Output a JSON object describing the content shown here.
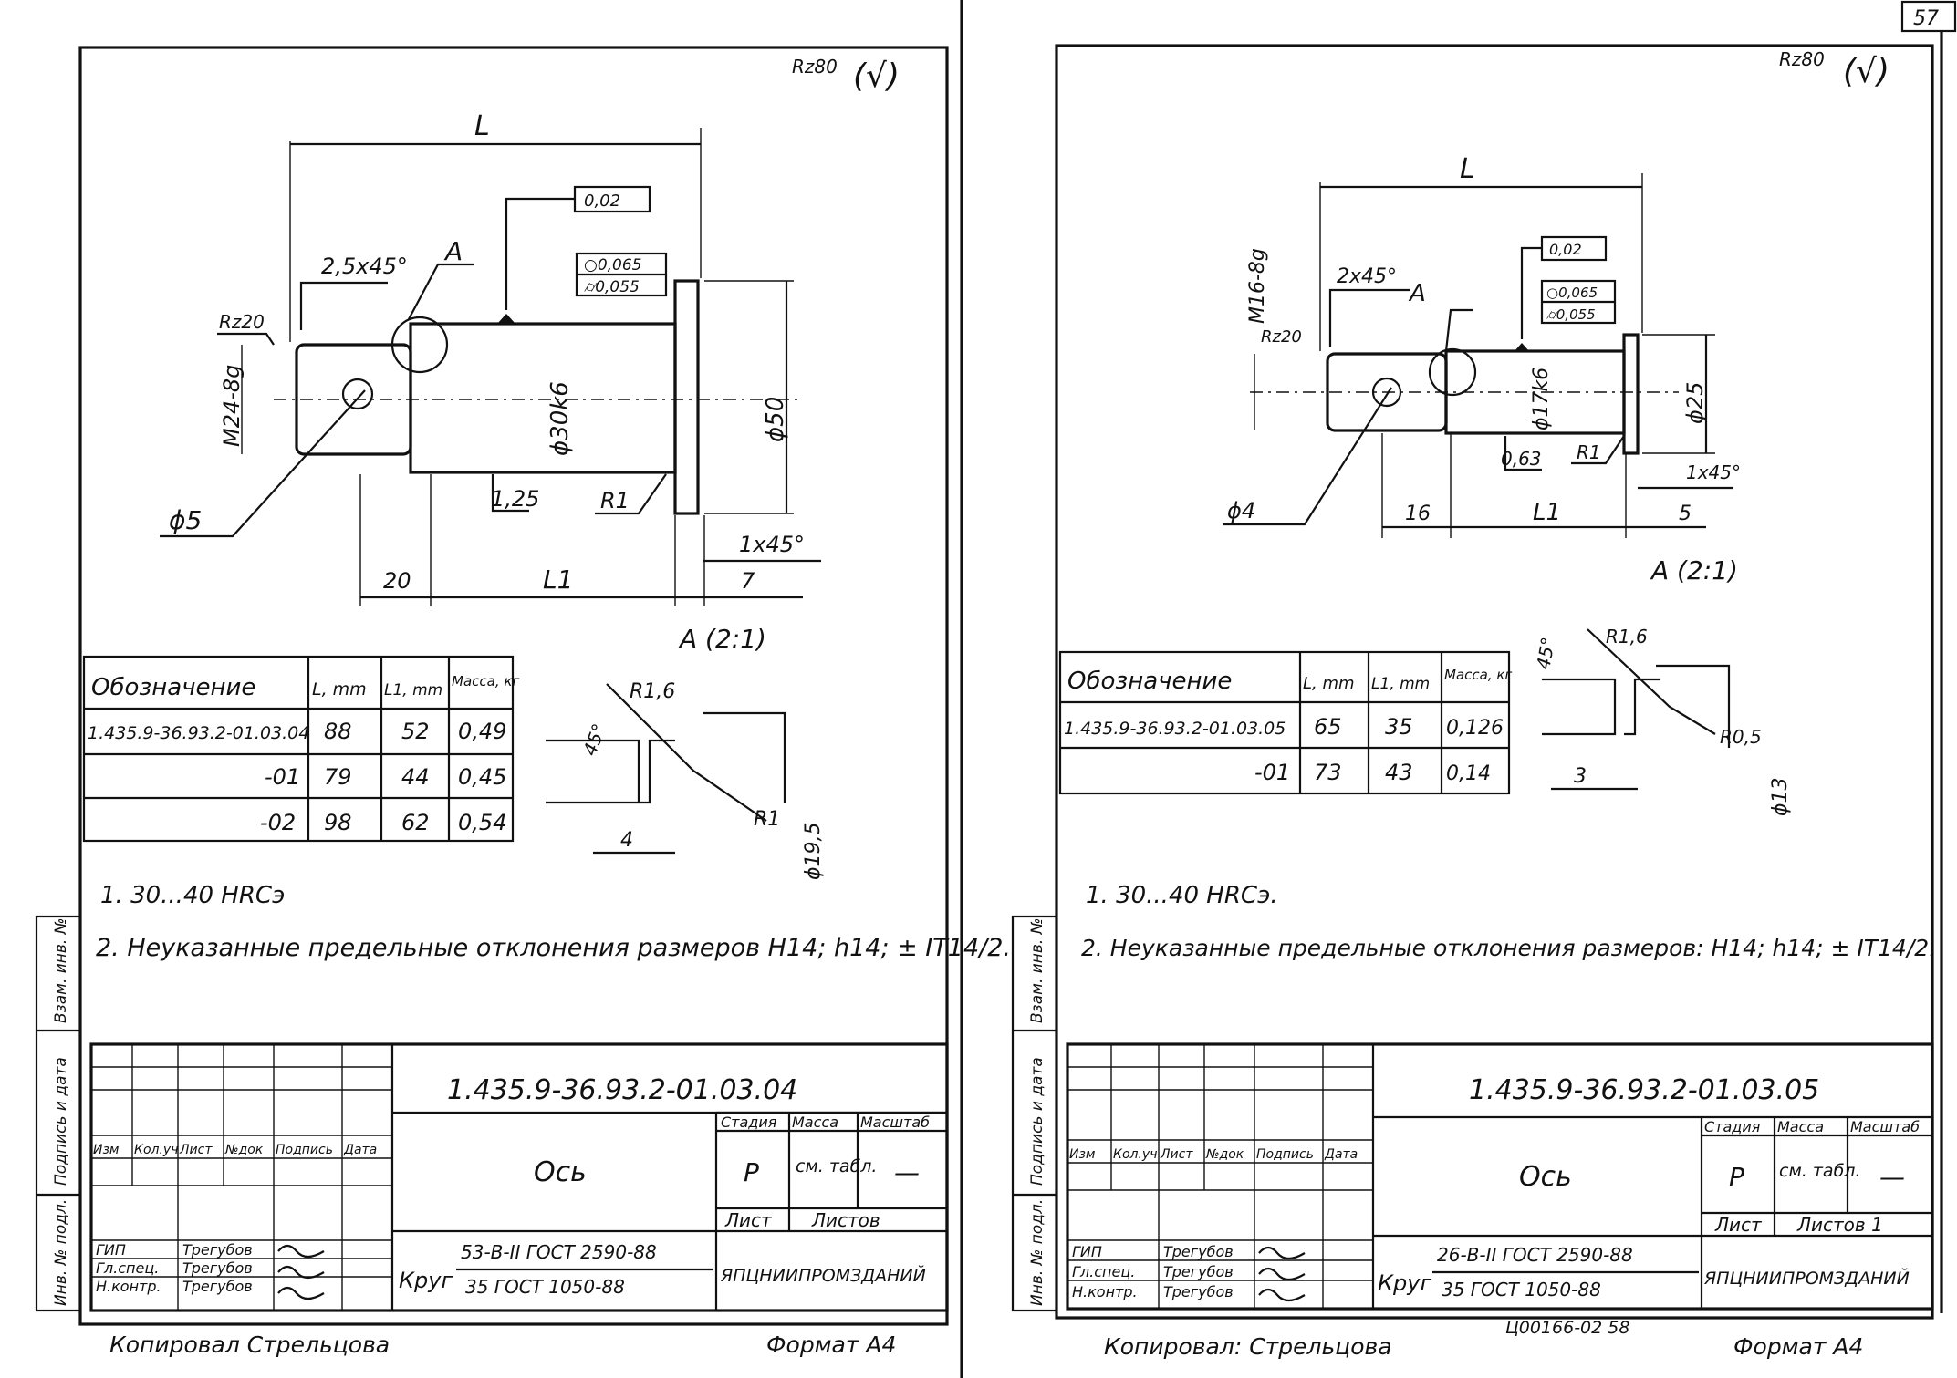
{
  "page_number": "57",
  "sheets": [
    {
      "roughness": "Rz80",
      "roughness_paren": "(√)",
      "dims": {
        "L": "L",
        "L1": "L1",
        "chamfer_left": "2,5x45°",
        "leader_A": "A",
        "tol_runout": "0,02",
        "tol_box_1": "○0,065",
        "tol_box_2": "⌭0,055",
        "rz_left": "Rz20",
        "thread": "M24-8g",
        "diam_mid": "ϕ30k6",
        "diam_right": "ϕ50",
        "hole": "ϕ5",
        "rough_mid": "1,25",
        "radius": "R1",
        "chamfer_right": "1x45°",
        "dim_20": "20",
        "dim_7": "7",
        "detail_label": "A (2:1)"
      },
      "table": {
        "headers": [
          "Обозначение",
          "L, mm",
          "L1, mm",
          "Масса, кг"
        ],
        "rows": [
          [
            "1.435.9-36.93.2-01.03.04",
            "88",
            "52",
            "0,49"
          ],
          [
            "-01",
            "79",
            "44",
            "0,45"
          ],
          [
            "-02",
            "98",
            "62",
            "0,54"
          ]
        ]
      },
      "detail": {
        "angle": "45°",
        "r_a": "R1,6",
        "r_b": "R1",
        "dim_4": "4",
        "diam": "ϕ19,5"
      },
      "notes": [
        "1. 30...40 HRCэ",
        "2. Неуказанные предельные отклонения размеров H14; h14; ± IT14/2."
      ],
      "title_block": {
        "designation": "1.435.9-36.93.2-01.03.04",
        "name": "Ось",
        "stage_hdr": "Стадия",
        "mass_hdr": "Масса",
        "scale_hdr": "Масштаб",
        "stage": "Р",
        "mass": "см. табл.",
        "scale": "—",
        "sheet_hdr": "Лист",
        "sheets_hdr": "Листов",
        "material_a": "Круг",
        "material_b": "53-В-II ГОСТ 2590-88",
        "material_c": "35 ГОСТ 1050-88",
        "org": "ЯПЦНИИПРОМЗДАНИЙ",
        "rev_cols": [
          "Изм",
          "Кол.уч",
          "Лист",
          "№док",
          "Подпись",
          "Дата"
        ],
        "roles": [
          "ГИП",
          "Гл.спец.",
          "Н.контр."
        ],
        "names": [
          "Трегубов",
          "Трегубов",
          "Трегубов"
        ]
      },
      "side_labels": [
        "Инв. № подл.",
        "Подпись и дата",
        "Взам. инв. №"
      ],
      "copied": "Копировал Стрельцова",
      "format": "Формат А4"
    },
    {
      "roughness": "Rz80",
      "roughness_paren": "(√)",
      "dims": {
        "L": "L",
        "L1": "L1",
        "chamfer_left": "2x45°",
        "leader_A": "A",
        "tol_runout": "0,02",
        "tol_box_1": "○0,065",
        "tol_box_2": "⌭0,055",
        "rz_left": "Rz20",
        "thread": "M16-8g",
        "diam_mid": "ϕ17k6",
        "diam_right": "ϕ25",
        "hole": "ϕ4",
        "rough_mid": "0,63",
        "radius": "R1",
        "chamfer_right": "1x45°",
        "dim_20": "16",
        "dim_7": "5",
        "detail_label": "A (2:1)"
      },
      "table": {
        "headers": [
          "Обозначение",
          "L, mm",
          "L1, mm",
          "Масса, кг"
        ],
        "rows": [
          [
            "1.435.9-36.93.2-01.03.05",
            "65",
            "35",
            "0,126"
          ],
          [
            "-01",
            "73",
            "43",
            "0,14"
          ]
        ]
      },
      "detail": {
        "angle": "45°",
        "r_a": "R1,6",
        "r_b": "R0,5",
        "dim_4": "3",
        "diam": "ϕ13"
      },
      "notes": [
        "1. 30...40 HRCэ.",
        "2. Неуказанные предельные отклонения размеров: H14; h14; ± IT14/2."
      ],
      "title_block": {
        "designation": "1.435.9-36.93.2-01.03.05",
        "name": "Ось",
        "stage_hdr": "Стадия",
        "mass_hdr": "Масса",
        "scale_hdr": "Масштаб",
        "stage": "Р",
        "mass": "см. табл.",
        "scale": "—",
        "sheet_hdr": "Лист",
        "sheets_hdr": "Листов 1",
        "material_a": "Круг",
        "material_b": "26-В-II ГОСТ 2590-88",
        "material_c": "35 ГОСТ 1050-88",
        "org": "ЯПЦНИИПРОМЗДАНИЙ",
        "rev_cols": [
          "Изм",
          "Кол.уч",
          "Лист",
          "№док",
          "Подпись",
          "Дата"
        ],
        "roles": [
          "ГИП",
          "Гл.спец.",
          "Н.контр."
        ],
        "names": [
          "Трегубов",
          "Трегубов",
          "Трегубов"
        ]
      },
      "side_labels": [
        "Инв. № подл.",
        "Подпись и дата",
        "Взам. инв. №"
      ],
      "copied": "Копировал: Стрельцова",
      "code": "Ц00166-02 58",
      "format": "Формат А4"
    }
  ]
}
